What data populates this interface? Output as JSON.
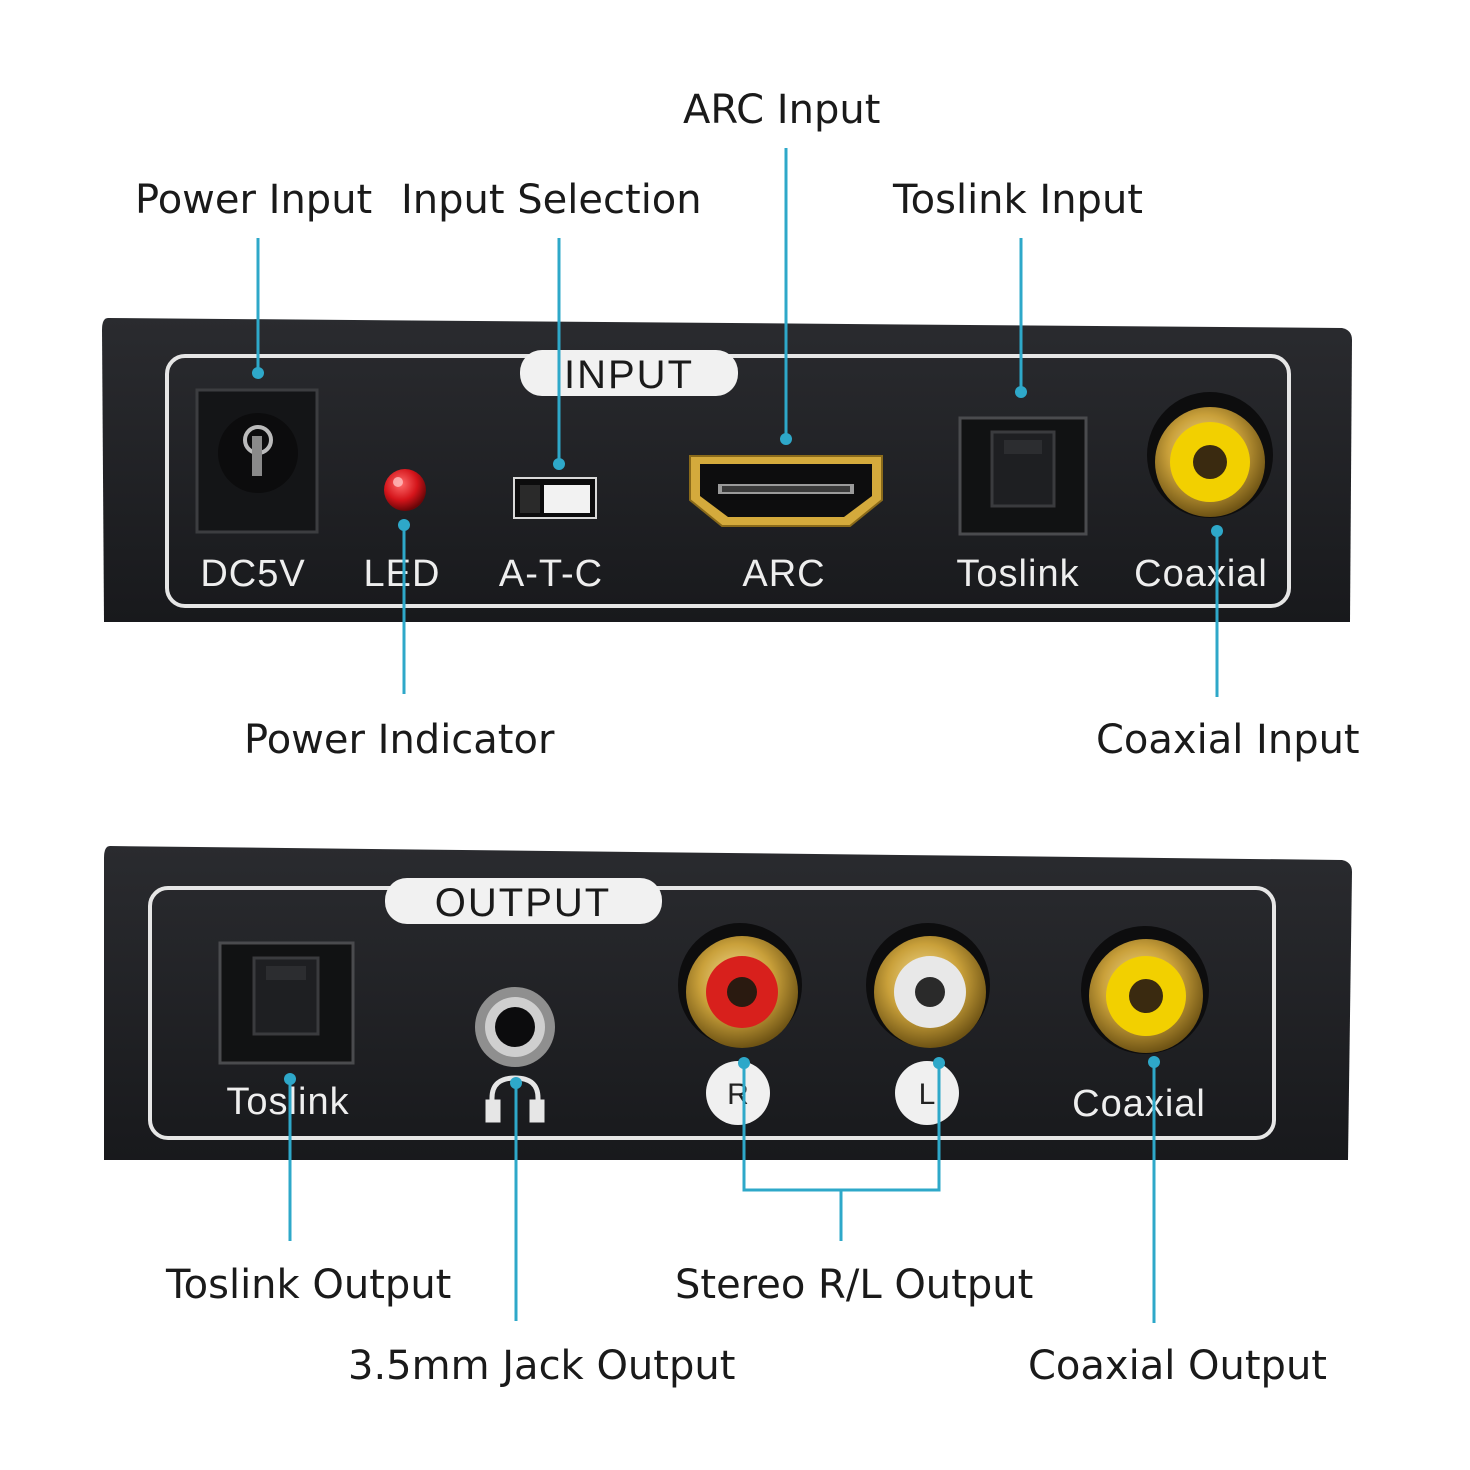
{
  "colors": {
    "leader_line": "#2ea8c9",
    "device_body": "#1e1f22",
    "panel_outline": "#e6e6e6",
    "gold": "#c9a03a",
    "rca_yellow": "#f2d000",
    "rca_red": "#d8201c",
    "rca_white": "#e8e8e8",
    "led_red": "#d4141a"
  },
  "input_panel": {
    "badge": "INPUT",
    "ports": [
      {
        "label": "DC5V",
        "icon": "dc-power-jack-icon"
      },
      {
        "label": "LED",
        "icon": "red-led-icon"
      },
      {
        "label": "A-T-C",
        "icon": "slide-switch-icon"
      },
      {
        "label": "ARC",
        "icon": "hdmi-port-icon"
      },
      {
        "label": "Toslink",
        "icon": "optical-port-icon"
      },
      {
        "label": "Coaxial",
        "icon": "rca-yellow-icon"
      }
    ]
  },
  "output_panel": {
    "badge": "OUTPUT",
    "ports": [
      {
        "label": "Toslink",
        "icon": "optical-port-icon"
      },
      {
        "label": "",
        "icon": "headphone-jack-icon"
      },
      {
        "label": "R",
        "icon": "rca-red-icon"
      },
      {
        "label": "L",
        "icon": "rca-white-icon"
      },
      {
        "label": "Coaxial",
        "icon": "rca-yellow-icon"
      }
    ]
  },
  "callouts": {
    "power_input": "Power Input",
    "input_selection": "Input Selection",
    "arc_input": "ARC Input",
    "toslink_input": "Toslink Input",
    "power_indicator": "Power Indicator",
    "coaxial_input": "Coaxial Input",
    "toslink_output": "Toslink Output",
    "jack_output": "3.5mm Jack Output",
    "stereo_output": "Stereo R/L Output",
    "coaxial_output": "Coaxial Output"
  }
}
